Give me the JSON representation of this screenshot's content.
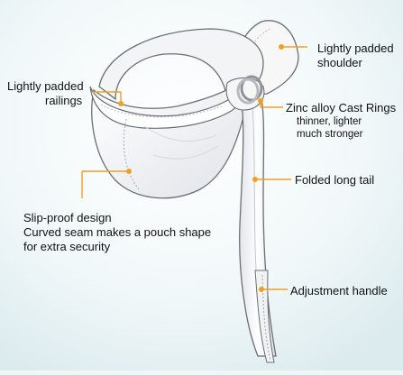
{
  "diagram": {
    "labels": {
      "shoulder_line1": "Lightly padded",
      "shoulder_line2": "shoulder",
      "railings_line1": "Lightly padded",
      "railings_line2": "railings",
      "rings_prefix": "Zinc alloy ",
      "rings_bold": "Cast Rings",
      "rings_sub1": "thinner, lighter",
      "rings_sub2": "much stronger",
      "tail": "Folded long tail",
      "slip_line1": "Slip-proof design",
      "slip_line2": "Curved seam makes a pouch shape",
      "slip_line3": "for extra security",
      "handle": "Adjustment handle"
    },
    "colors": {
      "background": "#eef7f8",
      "fabric": "#fbfbfb",
      "fabric_shade": "#d9dde2",
      "outline": "#6d6f73",
      "leader": "#f0a020",
      "ring": "#9a9a9a"
    }
  }
}
